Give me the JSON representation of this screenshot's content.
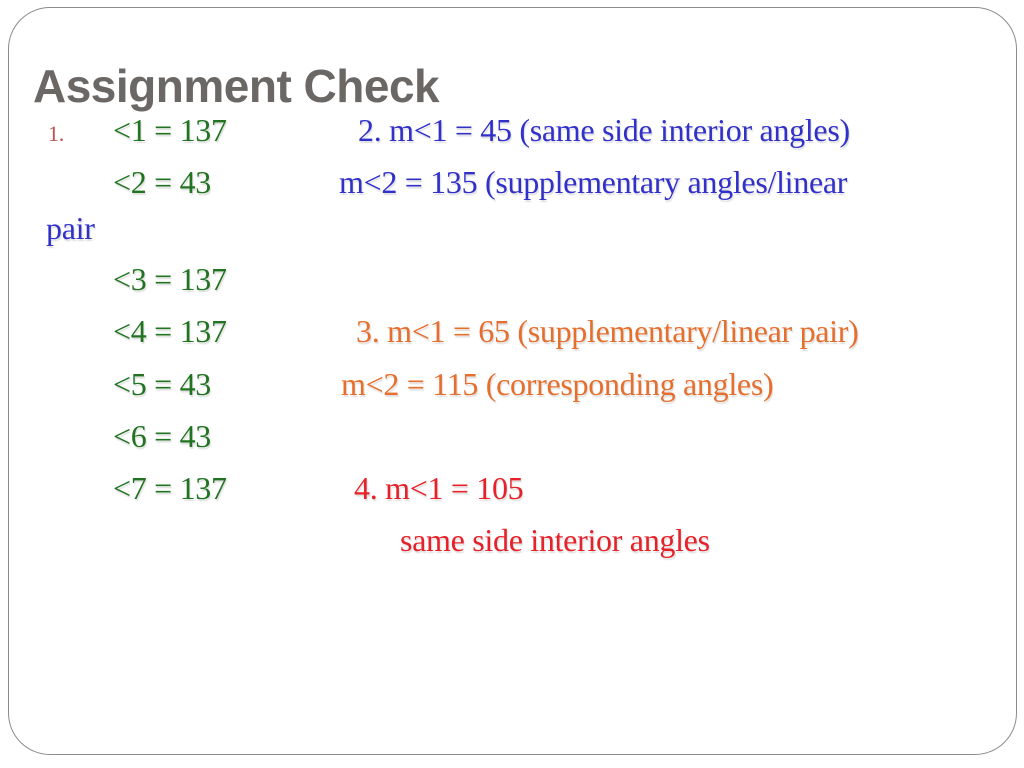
{
  "slide": {
    "title": "Assignment Check",
    "colors": {
      "title": "#6a6764",
      "green": "#217321",
      "blue": "#3130c9",
      "orange": "#e76f2e",
      "red": "#e62129",
      "list_number": "#c0504d",
      "frame_border": "#8c8c8c",
      "background": "#ffffff"
    },
    "rows": [
      {
        "num": "1.",
        "left": "<1 = 137",
        "right": "2.  m<1 = 45 (same side interior angles)"
      },
      {
        "left": "<2 = 43",
        "right": "m<2 = 135 (supplementary angles/linear"
      },
      {
        "wrap": "pair"
      },
      {
        "left": "<3 = 137"
      },
      {
        "left": "<4 = 137",
        "right": "3.  m<1 = 65 (supplementary/linear pair)"
      },
      {
        "left": "<5 = 43",
        "right": "m<2 = 115 (corresponding angles)"
      },
      {
        "left": "<6 = 43"
      },
      {
        "left": "<7 = 137",
        "right": "4.  m<1 = 105"
      },
      {
        "right2": "same side interior angles"
      }
    ]
  }
}
